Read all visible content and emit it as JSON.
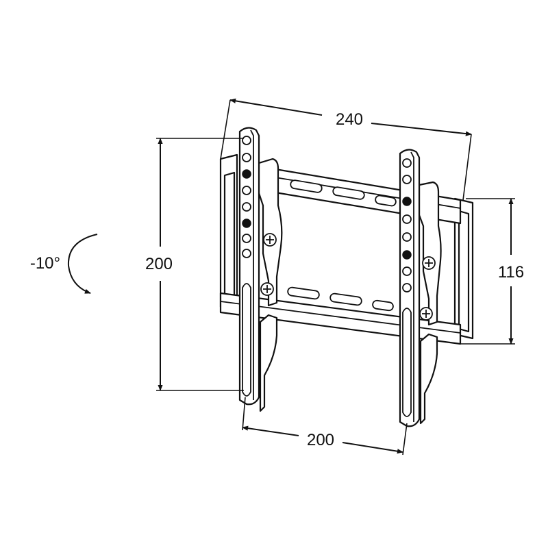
{
  "dimensions": {
    "top_width": "240",
    "left_height": "200",
    "bottom_width": "200",
    "right_height": "116"
  },
  "tilt": {
    "label": "-10°"
  },
  "colors": {
    "line": "#111111",
    "background": "#ffffff"
  }
}
